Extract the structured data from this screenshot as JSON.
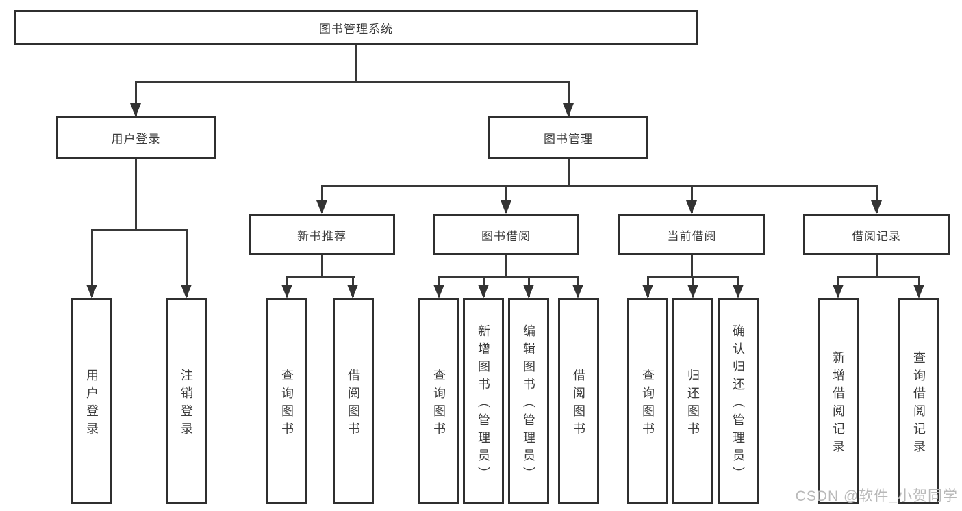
{
  "diagram": {
    "type": "tree",
    "root": {
      "label": "图书管理系统",
      "children": [
        {
          "label": "用户登录",
          "children": [
            {
              "label": "用户登录"
            },
            {
              "label": "注销登录"
            }
          ]
        },
        {
          "label": "图书管理",
          "children": [
            {
              "label": "新书推荐",
              "children": [
                {
                  "label": "查询图书"
                },
                {
                  "label": "借阅图书"
                }
              ]
            },
            {
              "label": "图书借阅",
              "children": [
                {
                  "label": "查询图书"
                },
                {
                  "label": "新增图书（管理员）"
                },
                {
                  "label": "编辑图书（管理员）"
                },
                {
                  "label": "借阅图书"
                }
              ]
            },
            {
              "label": "当前借阅",
              "children": [
                {
                  "label": "查询图书"
                },
                {
                  "label": "归还图书"
                },
                {
                  "label": "确认归还（管理员）"
                }
              ]
            },
            {
              "label": "借阅记录",
              "children": [
                {
                  "label": "新增借阅记录"
                },
                {
                  "label": "查询借阅记录"
                }
              ]
            }
          ]
        }
      ]
    },
    "colors": {
      "line": "#333333",
      "text": "#3c3c3c",
      "background": "#ffffff",
      "watermark": "#b9b9b9"
    },
    "watermark": "CSDN @软件_小贺同学"
  }
}
